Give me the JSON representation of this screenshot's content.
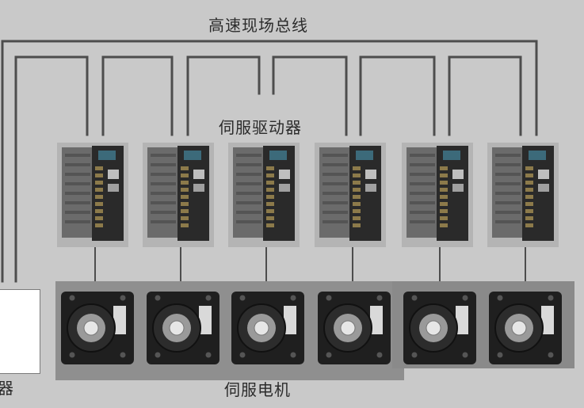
{
  "labels": {
    "bus": "高速现场总线",
    "drives": "伺服驱动器",
    "motors": "伺服电机",
    "controller_partial": "器"
  },
  "diagram": {
    "drive_count": 6,
    "motor_count": 6
  },
  "colors": {
    "background": "#c9c9c9",
    "line": "#4d4d4d",
    "drive_body": "#5a5a5a",
    "motor_body": "#1f1f1f"
  }
}
